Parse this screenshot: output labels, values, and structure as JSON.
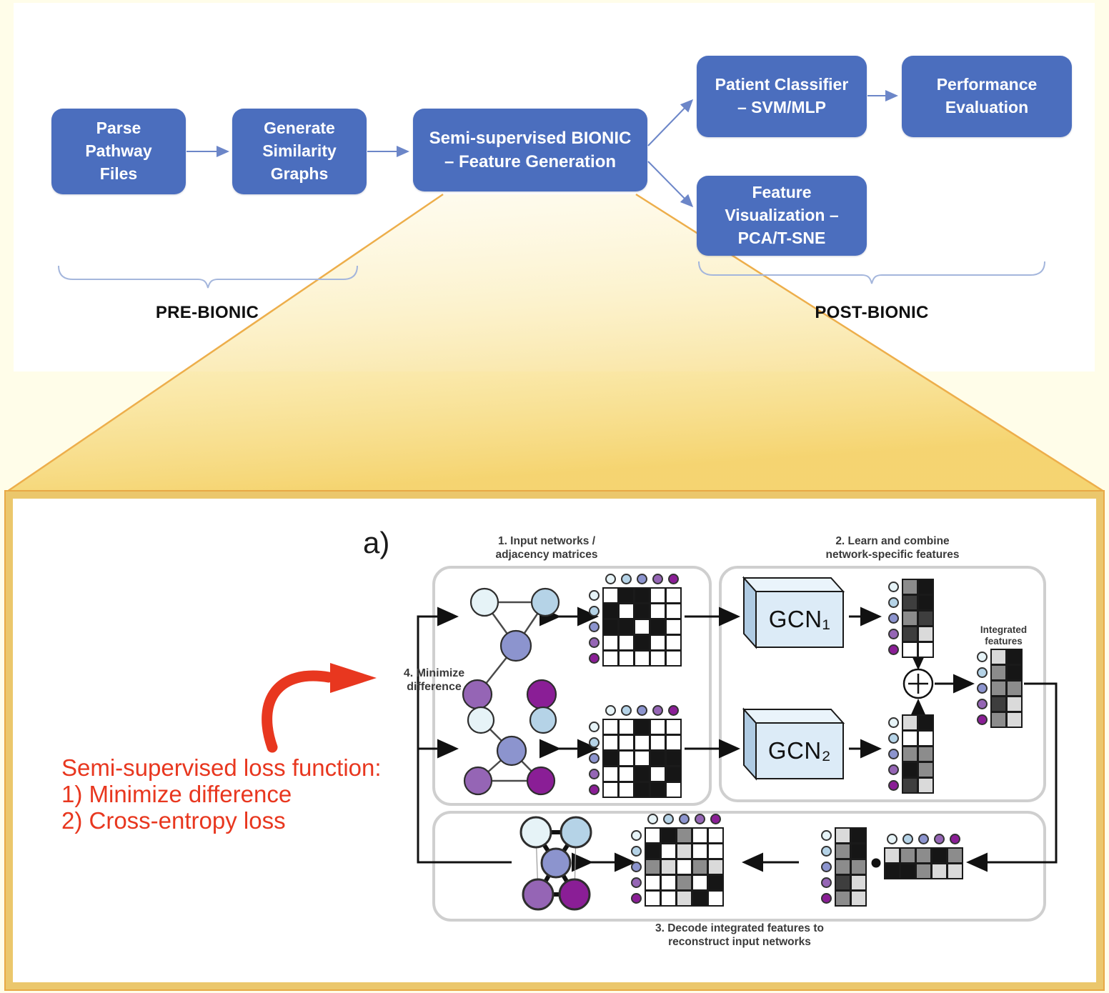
{
  "slide": {
    "background": "#FFFDE9",
    "funnel_edge_color": "#EDAE4B",
    "panel_border_color": "#EBC76C"
  },
  "top_flowchart": {
    "box_color": "#4B6EBE",
    "boxes": [
      {
        "id": "parse",
        "label": "Parse\nPathway\nFiles"
      },
      {
        "id": "generate",
        "label": "Generate\nSimilarity\nGraphs"
      },
      {
        "id": "bionic",
        "label": "Semi-supervised BIONIC\n– Feature Generation"
      },
      {
        "id": "classifier",
        "label": "Patient Classifier\n– SVM/MLP"
      },
      {
        "id": "performance",
        "label": "Performance\nEvaluation"
      },
      {
        "id": "visualization",
        "label": "Feature\nVisualization –\nPCA/T-SNE"
      }
    ],
    "pre_label": "PRE-BIONIC",
    "post_label": "POST-BIONIC"
  },
  "figure": {
    "panel_label": "a)",
    "step1_label": "1. Input networks /\nadjacency matrices",
    "step2_label": "2. Learn and combine\nnetwork-specific features",
    "step3_label": "3. Decode integrated features to\nreconstruct input networks",
    "step4_label": "4. Minimize\ndifference",
    "gcn1_label": "GCN₁",
    "gcn2_label": "GCN₂",
    "integrated_label": "Integrated\nfeatures",
    "annotation": "Semi-supervised loss function:\n1) Minimize difference\n2) Cross-entropy loss",
    "annotation_color": "#E8371F",
    "node_colors": [
      "#E6F3F7",
      "#B5D3E7",
      "#8C94CE",
      "#9565B5",
      "#8A1E96"
    ],
    "shade_map": {
      "0": "#FFFFFF",
      "w": "#FFFFFF",
      "1": "#161616",
      "k": "#161616",
      "d": "#3E3E3E",
      "g": "#8C8C8C",
      "l": "#DADADA"
    },
    "matrices": {
      "adj1": [
        [
          0,
          1,
          1,
          0,
          0
        ],
        [
          1,
          0,
          1,
          0,
          0
        ],
        [
          1,
          1,
          0,
          1,
          0
        ],
        [
          0,
          0,
          1,
          0,
          0
        ],
        [
          0,
          0,
          0,
          0,
          0
        ]
      ],
      "adj2": [
        [
          0,
          0,
          1,
          0,
          0
        ],
        [
          0,
          0,
          0,
          0,
          0
        ],
        [
          1,
          0,
          0,
          1,
          1
        ],
        [
          0,
          0,
          1,
          0,
          1
        ],
        [
          0,
          0,
          1,
          1,
          0
        ]
      ],
      "feat1": [
        [
          "g",
          "k"
        ],
        [
          "d",
          "k"
        ],
        [
          "g",
          "d"
        ],
        [
          "d",
          "l"
        ],
        [
          "w",
          "w"
        ]
      ],
      "feat2": [
        [
          "l",
          "k"
        ],
        [
          "w",
          "w"
        ],
        [
          "g",
          "g"
        ],
        [
          "k",
          "g"
        ],
        [
          "d",
          "l"
        ]
      ],
      "integrated": [
        [
          "l",
          "k"
        ],
        [
          "g",
          "k"
        ],
        [
          "g",
          "g"
        ],
        [
          "d",
          "l"
        ],
        [
          "g",
          "l"
        ]
      ],
      "decoder_features": [
        [
          "l",
          "k"
        ],
        [
          "g",
          "k"
        ],
        [
          "g",
          "g"
        ],
        [
          "d",
          "l"
        ],
        [
          "g",
          "l"
        ]
      ],
      "decoder_features_T": [
        [
          "l",
          "g",
          "g",
          "k",
          "g"
        ],
        [
          "k",
          "k",
          "g",
          "l",
          "l"
        ]
      ],
      "reconstructed": [
        [
          0,
          "k",
          "g",
          0,
          0
        ],
        [
          "k",
          0,
          "l",
          0,
          0
        ],
        [
          "g",
          "l",
          0,
          "g",
          "l"
        ],
        [
          0,
          0,
          "g",
          0,
          "k"
        ],
        [
          0,
          0,
          "l",
          "k",
          0
        ]
      ]
    },
    "networks": {
      "net1": {
        "edges": [
          [
            0,
            1
          ],
          [
            0,
            2
          ],
          [
            1,
            2
          ],
          [
            2,
            3
          ]
        ]
      },
      "net2": {
        "edges": [
          [
            0,
            2
          ],
          [
            2,
            3
          ],
          [
            2,
            4
          ],
          [
            3,
            4
          ]
        ]
      },
      "reconstructed": {
        "bold_edges": [
          [
            0,
            1
          ],
          [
            0,
            2
          ],
          [
            1,
            2
          ],
          [
            2,
            3
          ],
          [
            2,
            4
          ],
          [
            3,
            4
          ]
        ],
        "thin_edges": [
          [
            0,
            3
          ],
          [
            1,
            4
          ]
        ]
      }
    }
  }
}
